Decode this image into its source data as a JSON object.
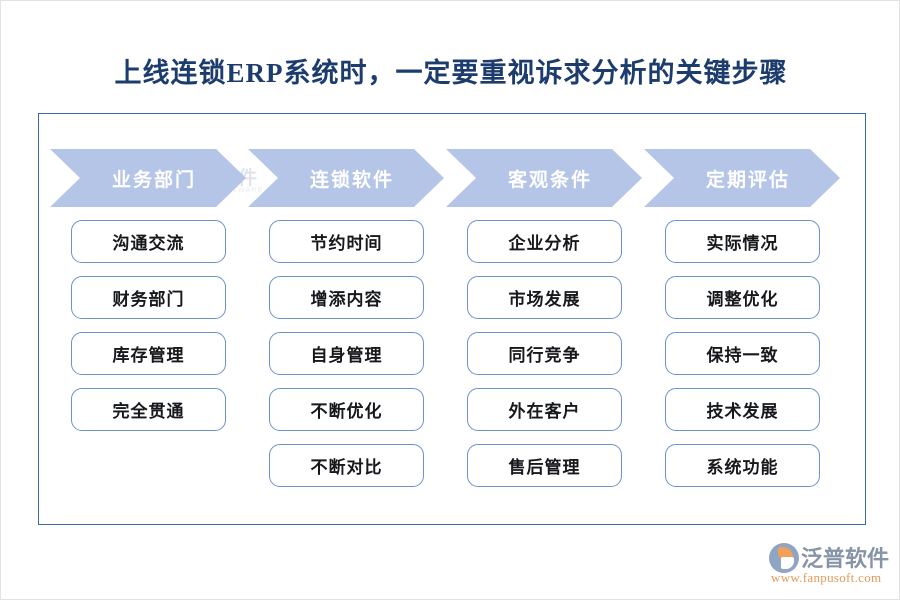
{
  "page": {
    "title": "上线连锁ERP系统时，一定要重视诉求分析的关键步骤",
    "title_color": "#1d3c6e",
    "frame_border_color": "#3a6bb0",
    "background": "#ffffff"
  },
  "theme": {
    "arrow_fill": "#b5c5e7",
    "arrow_label_color": "#ffffff",
    "box_border": "#6d90cf",
    "box_fill": "#ffffff",
    "box_label_color": "#16181c"
  },
  "watermark": {
    "name": "泛普软件",
    "subtitle": "FANPU SOFTWARE"
  },
  "brand": {
    "name": "泛普软件",
    "url": "www.fanpusoft.com",
    "name_color": "#8794a8",
    "url_color": "#e59a5c"
  },
  "columns": [
    {
      "header": "业务部门",
      "items": [
        "沟通交流",
        "财务部门",
        "库存管理",
        "完全贯通"
      ]
    },
    {
      "header": "连锁软件",
      "items": [
        "节约时间",
        "增添内容",
        "自身管理",
        "不断优化",
        "不断对比"
      ]
    },
    {
      "header": "客观条件",
      "items": [
        "企业分析",
        "市场发展",
        "同行竞争",
        "外在客户",
        "售后管理"
      ]
    },
    {
      "header": "定期评估",
      "items": [
        "实际情况",
        "调整优化",
        "保持一致",
        "技术发展",
        "系统功能"
      ]
    }
  ]
}
